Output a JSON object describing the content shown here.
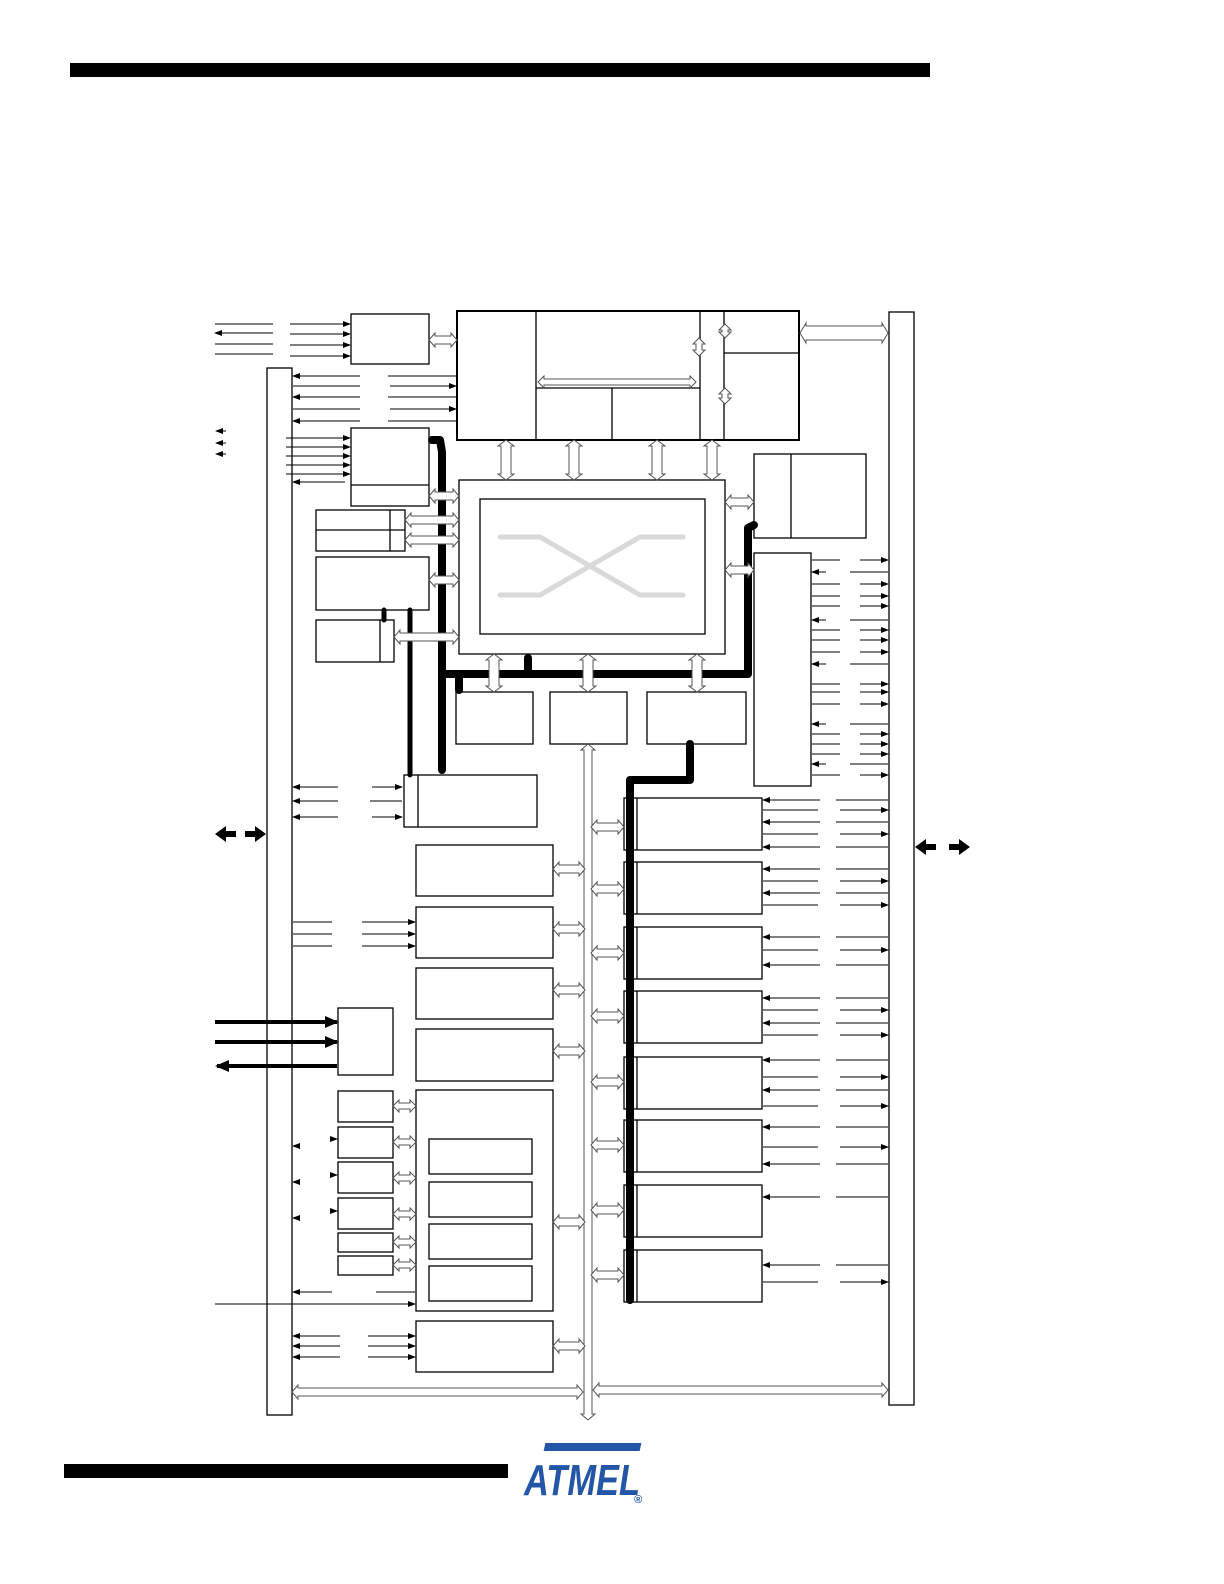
{
  "page": {
    "background": "#ffffff",
    "line_color": "#000000",
    "light_bus_color": "#ffffff",
    "crossbar_trace_color": "#d9d9d9"
  },
  "logo": {
    "text": "ATMEL",
    "registered_mark": "®",
    "color": "#2356a6",
    "icon": "atmel-logo-icon"
  },
  "diagram": {
    "blocks": [
      {
        "id": "top-left-block"
      },
      {
        "id": "cpu-core-block"
      },
      {
        "id": "bus-matrix-block"
      },
      {
        "id": "right-top-block"
      },
      {
        "id": "right-io-block"
      },
      {
        "id": "mem-block-1"
      },
      {
        "id": "mem-block-2"
      },
      {
        "id": "mem-block-3"
      },
      {
        "id": "left-block-1"
      },
      {
        "id": "left-block-2"
      },
      {
        "id": "left-block-3"
      },
      {
        "id": "left-block-4"
      },
      {
        "id": "dma-block"
      },
      {
        "id": "peripheral-left-1"
      },
      {
        "id": "peripheral-left-2"
      },
      {
        "id": "peripheral-left-3"
      },
      {
        "id": "peripheral-left-4"
      },
      {
        "id": "peripheral-left-5"
      },
      {
        "id": "peripheral-left-6"
      },
      {
        "id": "osc-block"
      },
      {
        "id": "small-block-1"
      },
      {
        "id": "small-block-2"
      },
      {
        "id": "small-block-3"
      },
      {
        "id": "small-block-4"
      },
      {
        "id": "small-block-5"
      },
      {
        "id": "small-block-6"
      },
      {
        "id": "peripheral-right-1"
      },
      {
        "id": "peripheral-right-2"
      },
      {
        "id": "peripheral-right-3"
      },
      {
        "id": "peripheral-right-4"
      },
      {
        "id": "peripheral-right-5"
      },
      {
        "id": "peripheral-right-6"
      },
      {
        "id": "peripheral-right-7"
      },
      {
        "id": "peripheral-right-8"
      }
    ]
  }
}
